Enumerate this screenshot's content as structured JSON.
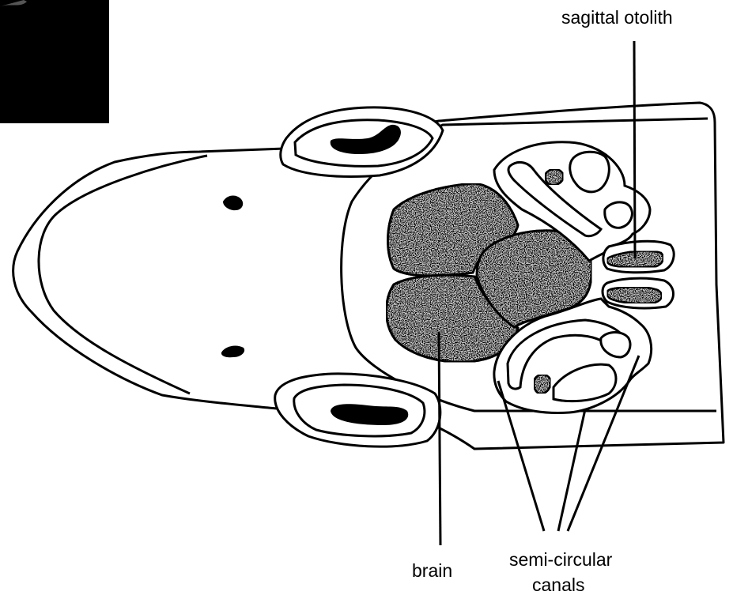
{
  "labels": {
    "sagittal_otolith": "sagittal otolith",
    "brain": "brain",
    "semi_circular_line1": "semi-circular",
    "semi_circular_line2": "canals"
  },
  "colors": {
    "line": "#000000",
    "fill": "#ffffff",
    "speckle_fill": "#bdbdbd"
  }
}
